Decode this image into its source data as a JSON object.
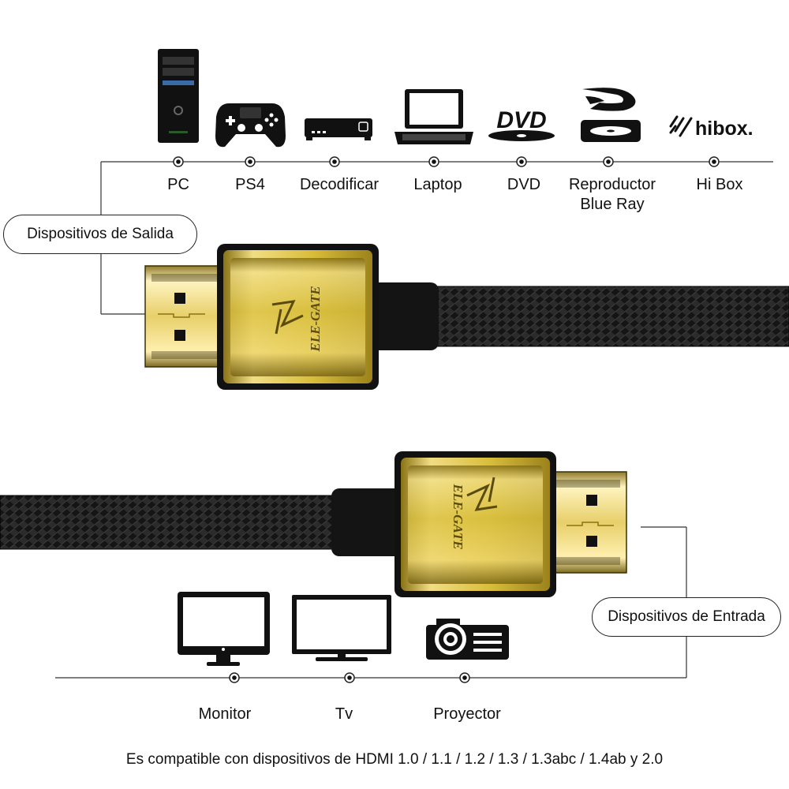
{
  "output_group": {
    "title": "Dispositivos de Salida",
    "devices": [
      {
        "label": "PC",
        "icon": "pc-tower-icon"
      },
      {
        "label": "PS4",
        "icon": "gamepad-icon"
      },
      {
        "label": "Decodificar",
        "icon": "set-top-box-icon"
      },
      {
        "label": "Laptop",
        "icon": "laptop-icon"
      },
      {
        "label": "DVD",
        "icon": "dvd-logo-icon",
        "logo_text": "DVD"
      },
      {
        "label": "Reproductor\nBlue Ray",
        "icon": "bluray-logo-icon"
      },
      {
        "label": "Hi Box",
        "icon": "hibox-logo-icon",
        "logo_text": "hibox."
      }
    ]
  },
  "input_group": {
    "title": "Dispositivos de Entrada",
    "devices": [
      {
        "label": "Monitor",
        "icon": "monitor-icon"
      },
      {
        "label": "Tv",
        "icon": "tv-icon"
      },
      {
        "label": "Proyector",
        "icon": "projector-icon"
      }
    ]
  },
  "cable": {
    "brand": "ELE-GATE",
    "connector_color": "#d8bd3a",
    "braid_color": "#1a1a1a"
  },
  "footer": "Es compatible con dispositivos de HDMI 1.0 / 1.1 / 1.2 / 1.3 / 1.3abc / 1.4ab y 2.0"
}
